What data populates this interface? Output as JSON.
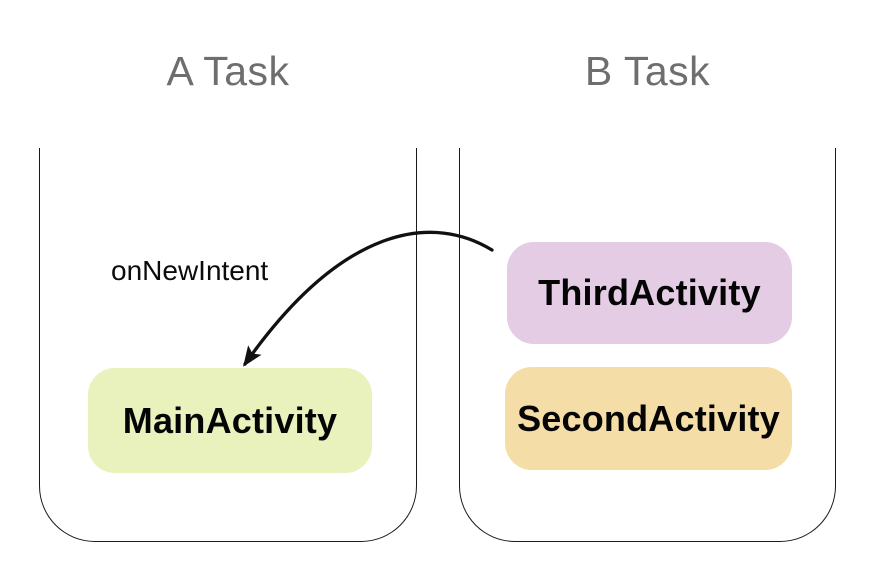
{
  "diagram": {
    "tasks": [
      {
        "title": "A Task",
        "activities": [
          {
            "label": "MainActivity",
            "fill": "#e9f1bd"
          }
        ]
      },
      {
        "title": "B Task",
        "activities": [
          {
            "label": "ThirdActivity",
            "fill": "#e3cce4"
          },
          {
            "label": "SecondActivity",
            "fill": "#f4dda6"
          }
        ]
      }
    ],
    "arrow": {
      "label": "onNewIntent",
      "from": "ThirdActivity",
      "to": "MainActivity",
      "color": "#111111"
    },
    "colors": {
      "title_text": "#6e6e6e",
      "activity_text": "#050505",
      "container_outline": "#1a1a1a",
      "background": "#ffffff"
    }
  }
}
